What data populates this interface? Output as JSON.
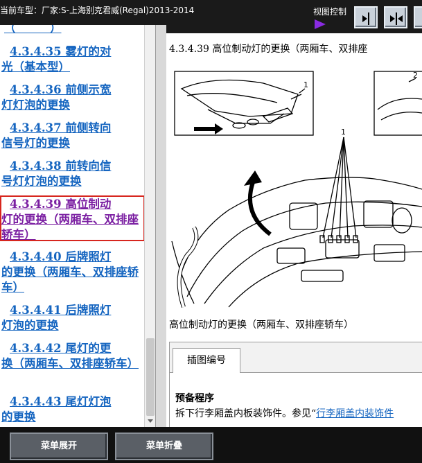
{
  "header": {
    "vehicle": "当前车型：厂家:S-上海别克君威(Regal)2013-2014",
    "view_control_label": "视图控制"
  },
  "nav": {
    "items": [
      {
        "first": "4.3.4.35 雾灯的对",
        "rest": "光（基本型）",
        "active": false
      },
      {
        "first": "4.3.4.36 前侧示宽",
        "rest": "灯灯泡的更换",
        "active": false
      },
      {
        "first": "4.3.4.37 前侧转向",
        "rest": "信号灯的更换",
        "active": false
      },
      {
        "first": "4.3.4.38 前转向信",
        "rest": "号灯灯泡的更换",
        "active": false
      },
      {
        "first": "4.3.4.39 高位制动",
        "rest": "灯的更换（两厢车、双排座轿车）",
        "active": true
      },
      {
        "first": "4.3.4.40 后牌照灯",
        "rest": "的更换（两厢车、双排座轿车）",
        "active": false
      },
      {
        "first": "4.3.4.41 后牌照灯",
        "rest": "灯泡的更换",
        "active": false
      },
      {
        "first": "4.3.4.42 尾灯的更",
        "rest": "换（两厢车、双排座轿车）",
        "active": false
      },
      {
        "first": "4.3.4.43 尾灯灯泡",
        "rest": "的更换",
        "active": false
      }
    ]
  },
  "content": {
    "title": "4.3.4.39 高位制动灯的更换（两厢车、双排座",
    "figure_callouts": [
      "1",
      "1",
      "2"
    ],
    "caption": "高位制动灯的更换（两厢车、双排座轿车）",
    "tab_label": "插图编号",
    "prep_title": "预备程序",
    "prep_text": "拆下行李厢盖内板装饰件。参见“",
    "prep_link": "行李厢盖内装饰件"
  },
  "footer": {
    "expand_label": "菜单展开",
    "collapse_label": "菜单折叠"
  }
}
